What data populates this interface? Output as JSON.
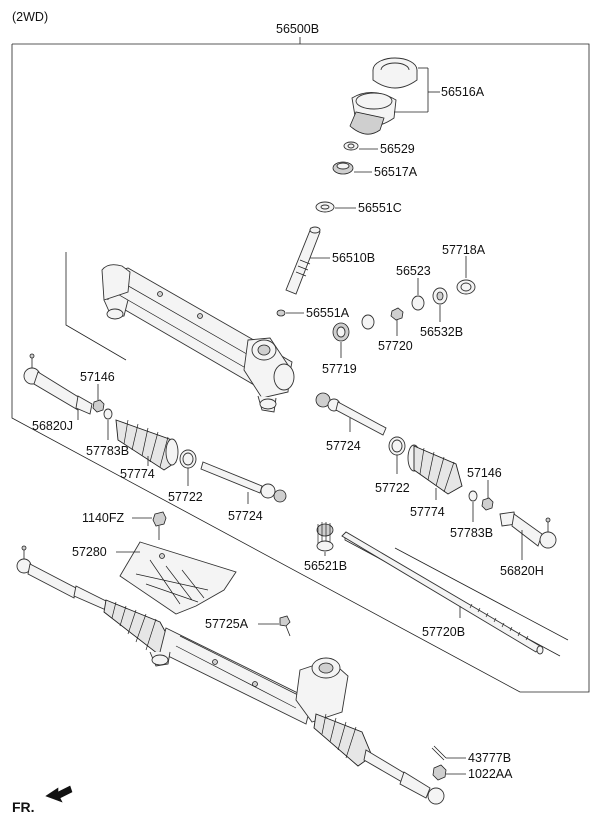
{
  "header": {
    "variant": "(2WD)",
    "assembly_number": "56500B"
  },
  "footer": {
    "direction_label": "FR."
  },
  "callouts": {
    "p56516A": "56516A",
    "p56529": "56529",
    "p56517A": "56517A",
    "p56551C": "56551C",
    "p56510B": "56510B",
    "p57718A": "57718A",
    "p56523": "56523",
    "p56532B": "56532B",
    "p56551A": "56551A",
    "p57720": "57720",
    "p57719": "57719",
    "p57146_left": "57146",
    "p56820J": "56820J",
    "p57783B_left": "57783B",
    "p57774_left": "57774",
    "p57722_left": "57722",
    "p57724_left": "57724",
    "p57724_right": "57724",
    "p57722_right": "57722",
    "p57774_right": "57774",
    "p57146_right": "57146",
    "p57783B_right": "57783B",
    "p56820H": "56820H",
    "p1140FZ": "1140FZ",
    "p57280": "57280",
    "p56521B": "56521B",
    "p57725A": "57725A",
    "p57720B": "57720B",
    "p43777B": "43777B",
    "p1022AA": "1022AA"
  }
}
